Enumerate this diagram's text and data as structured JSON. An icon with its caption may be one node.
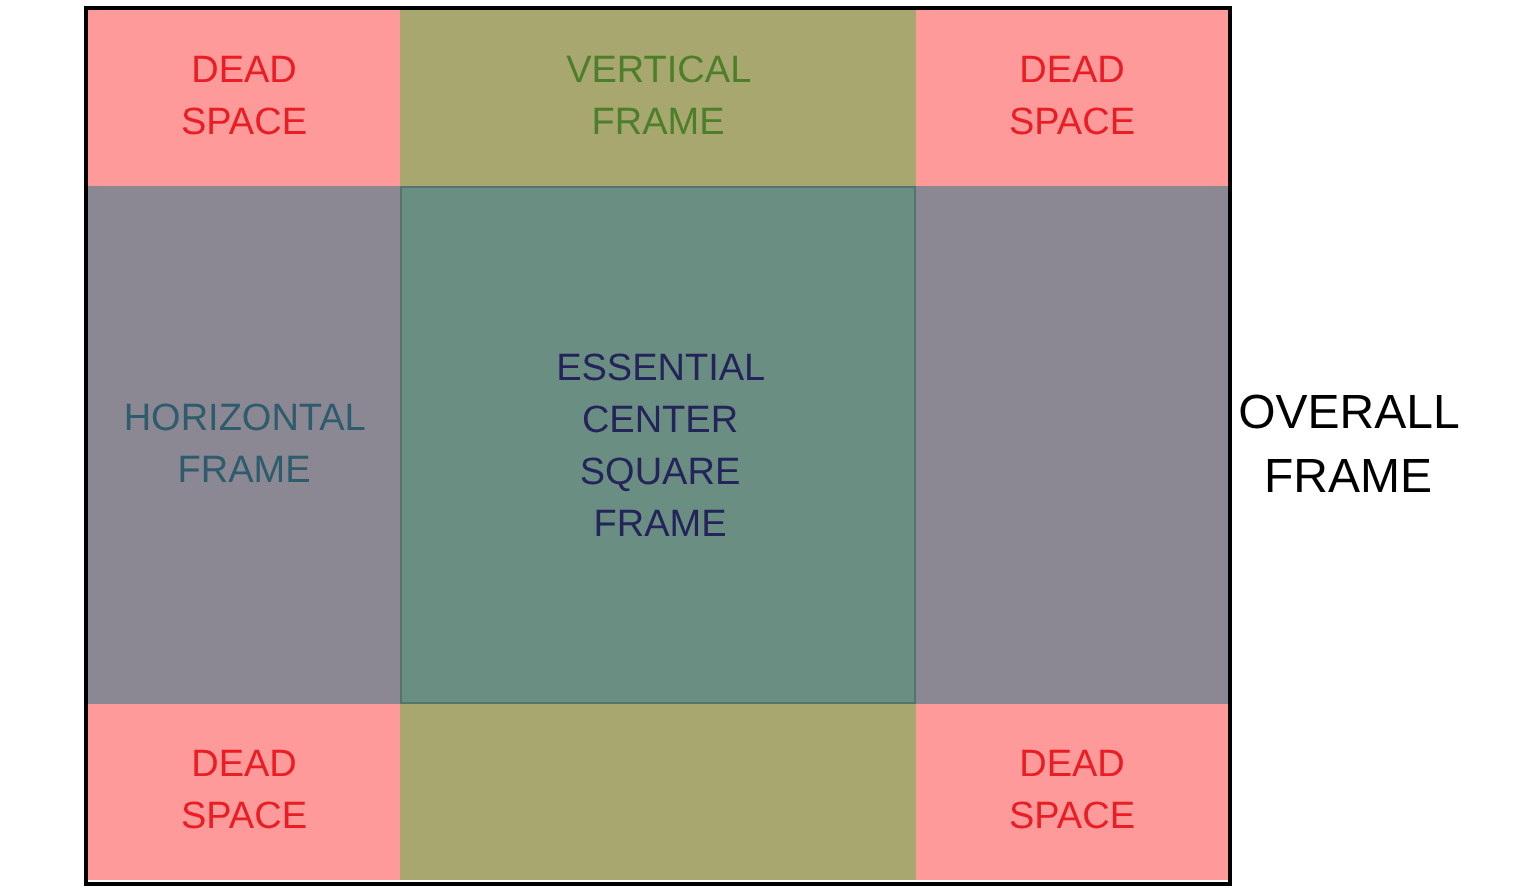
{
  "diagram": {
    "nodes": [
      {
        "text": [
          "OVERALL FRAME"
        ]
      },
      {
        "text": [
          "DEAD SPACE"
        ],
        "in": 0
      },
      {
        "text": [
          "VERTICAL FRAME"
        ],
        "in": 0
      },
      {
        "text": [
          "DEAD SPACE"
        ],
        "in": 0
      },
      {
        "text": [
          "HORIZONTAL FRAME"
        ],
        "in": 0
      },
      {
        "text": [
          "ESSENTIAL CENTER SQUARE FRAME"
        ],
        "in": 0
      },
      {
        "text": [],
        "shape": "box",
        "in": 0
      },
      {
        "text": [
          "DEAD SPACE"
        ],
        "in": 0
      },
      {
        "text": [],
        "shape": "box",
        "in": 0
      },
      {
        "text": [
          "DEAD SPACE"
        ],
        "in": 0
      }
    ]
  }
}
